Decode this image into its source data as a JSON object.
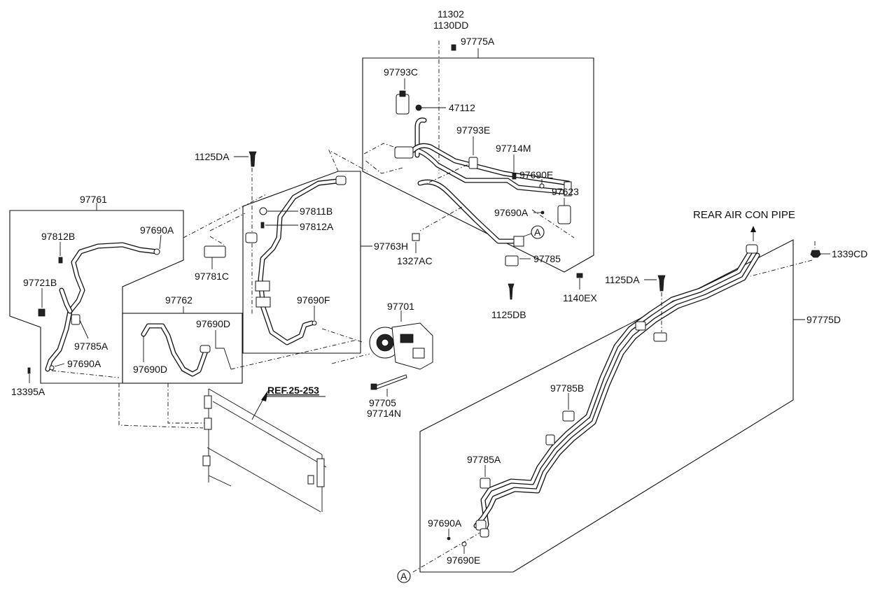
{
  "labels": {
    "p11302": "11302",
    "p1130DD": "1130DD",
    "p97775A": "97775A",
    "p97793C": "97793C",
    "p47112": "47112",
    "p97793E": "97793E",
    "p97714M": "97714M",
    "p97690E_top": "97690E",
    "p97623": "97623",
    "p97690A_top": "97690A",
    "circleA_top": "A",
    "p97785": "97785",
    "p1140EX": "1140EX",
    "p1125DB": "1125DB",
    "p1327AC": "1327AC",
    "p97763H": "97763H",
    "p1125DA_left": "1125DA",
    "p97811B": "97811B",
    "p97812A": "97812A",
    "p97690F": "97690F",
    "p97761": "97761",
    "p97812B": "97812B",
    "p97690A_left": "97690A",
    "p97721B": "97721B",
    "p97785A_left": "97785A",
    "p97690A_lower": "97690A",
    "p13395A": "13395A",
    "p97781C": "97781C",
    "p97762": "97762",
    "p97690D_a": "97690D",
    "p97690D_b": "97690D",
    "p97701": "97701",
    "p97705": "97705",
    "p97714N": "97714N",
    "ref": "REF.25-253",
    "rear_pipe": "REAR AIR CON PIPE",
    "p1339CD": "1339CD",
    "p1125DA_right": "1125DA",
    "p97775D": "97775D",
    "p97785B": "97785B",
    "p97785A_right": "97785A",
    "p97690A_right": "97690A",
    "p97690E_right": "97690E",
    "circleA_bottom": "A"
  }
}
